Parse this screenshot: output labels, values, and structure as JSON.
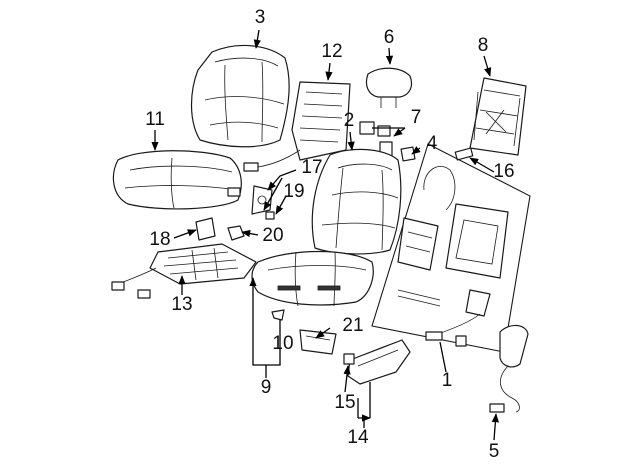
{
  "labels": {
    "c1": "1",
    "c2": "2",
    "c3": "3",
    "c4": "4",
    "c5": "5",
    "c6": "6",
    "c7": "7",
    "c8": "8",
    "c9": "9",
    "c10": "10",
    "c11": "11",
    "c12": "12",
    "c13": "13",
    "c14": "14",
    "c15": "15",
    "c16": "16",
    "c17": "17",
    "c18": "18",
    "c19": "19",
    "c20": "20",
    "c21": "21"
  },
  "colors": {
    "line": "#1a1a1a",
    "background": "#ffffff"
  }
}
